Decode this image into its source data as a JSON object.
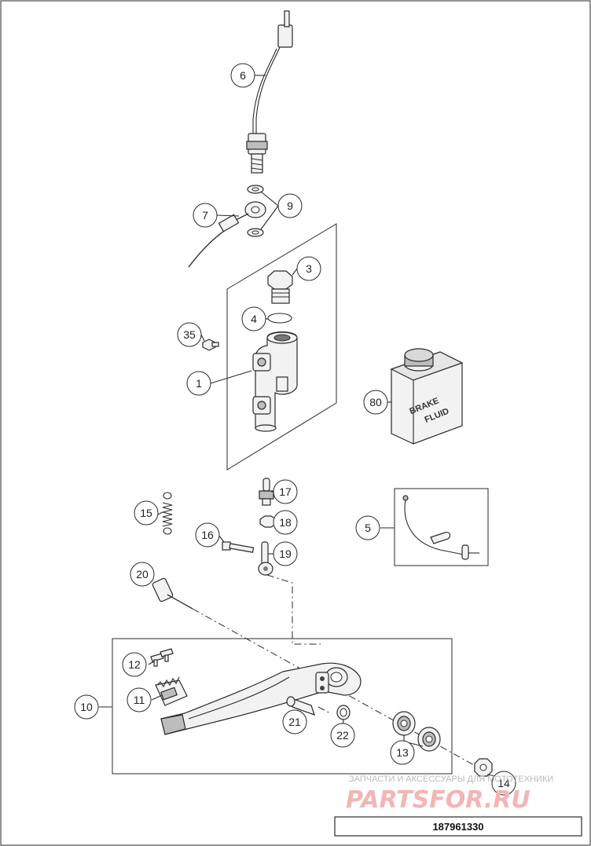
{
  "diagram": {
    "callouts": [
      {
        "id": "callout-1",
        "label": "1"
      },
      {
        "id": "callout-3",
        "label": "3"
      },
      {
        "id": "callout-4",
        "label": "4"
      },
      {
        "id": "callout-5",
        "label": "5"
      },
      {
        "id": "callout-6",
        "label": "6"
      },
      {
        "id": "callout-7",
        "label": "7"
      },
      {
        "id": "callout-9",
        "label": "9"
      },
      {
        "id": "callout-10",
        "label": "10"
      },
      {
        "id": "callout-11",
        "label": "11"
      },
      {
        "id": "callout-12",
        "label": "12"
      },
      {
        "id": "callout-13",
        "label": "13"
      },
      {
        "id": "callout-14",
        "label": "14"
      },
      {
        "id": "callout-15",
        "label": "15"
      },
      {
        "id": "callout-16",
        "label": "16"
      },
      {
        "id": "callout-17",
        "label": "17"
      },
      {
        "id": "callout-18",
        "label": "18"
      },
      {
        "id": "callout-19",
        "label": "19"
      },
      {
        "id": "callout-20",
        "label": "20"
      },
      {
        "id": "callout-21",
        "label": "21"
      },
      {
        "id": "callout-22",
        "label": "22"
      },
      {
        "id": "callout-35",
        "label": "35"
      },
      {
        "id": "callout-80",
        "label": "80"
      }
    ],
    "brake_fluid_label": [
      "BRAKE",
      "FLUID"
    ],
    "part_number": "187961330"
  },
  "watermark": {
    "top": "ЗАПЧАСТИ И АКСЕССУАРЫ ДЛЯ МОТОТЕХНИКИ",
    "brand": "PARTSFOR.RU"
  }
}
